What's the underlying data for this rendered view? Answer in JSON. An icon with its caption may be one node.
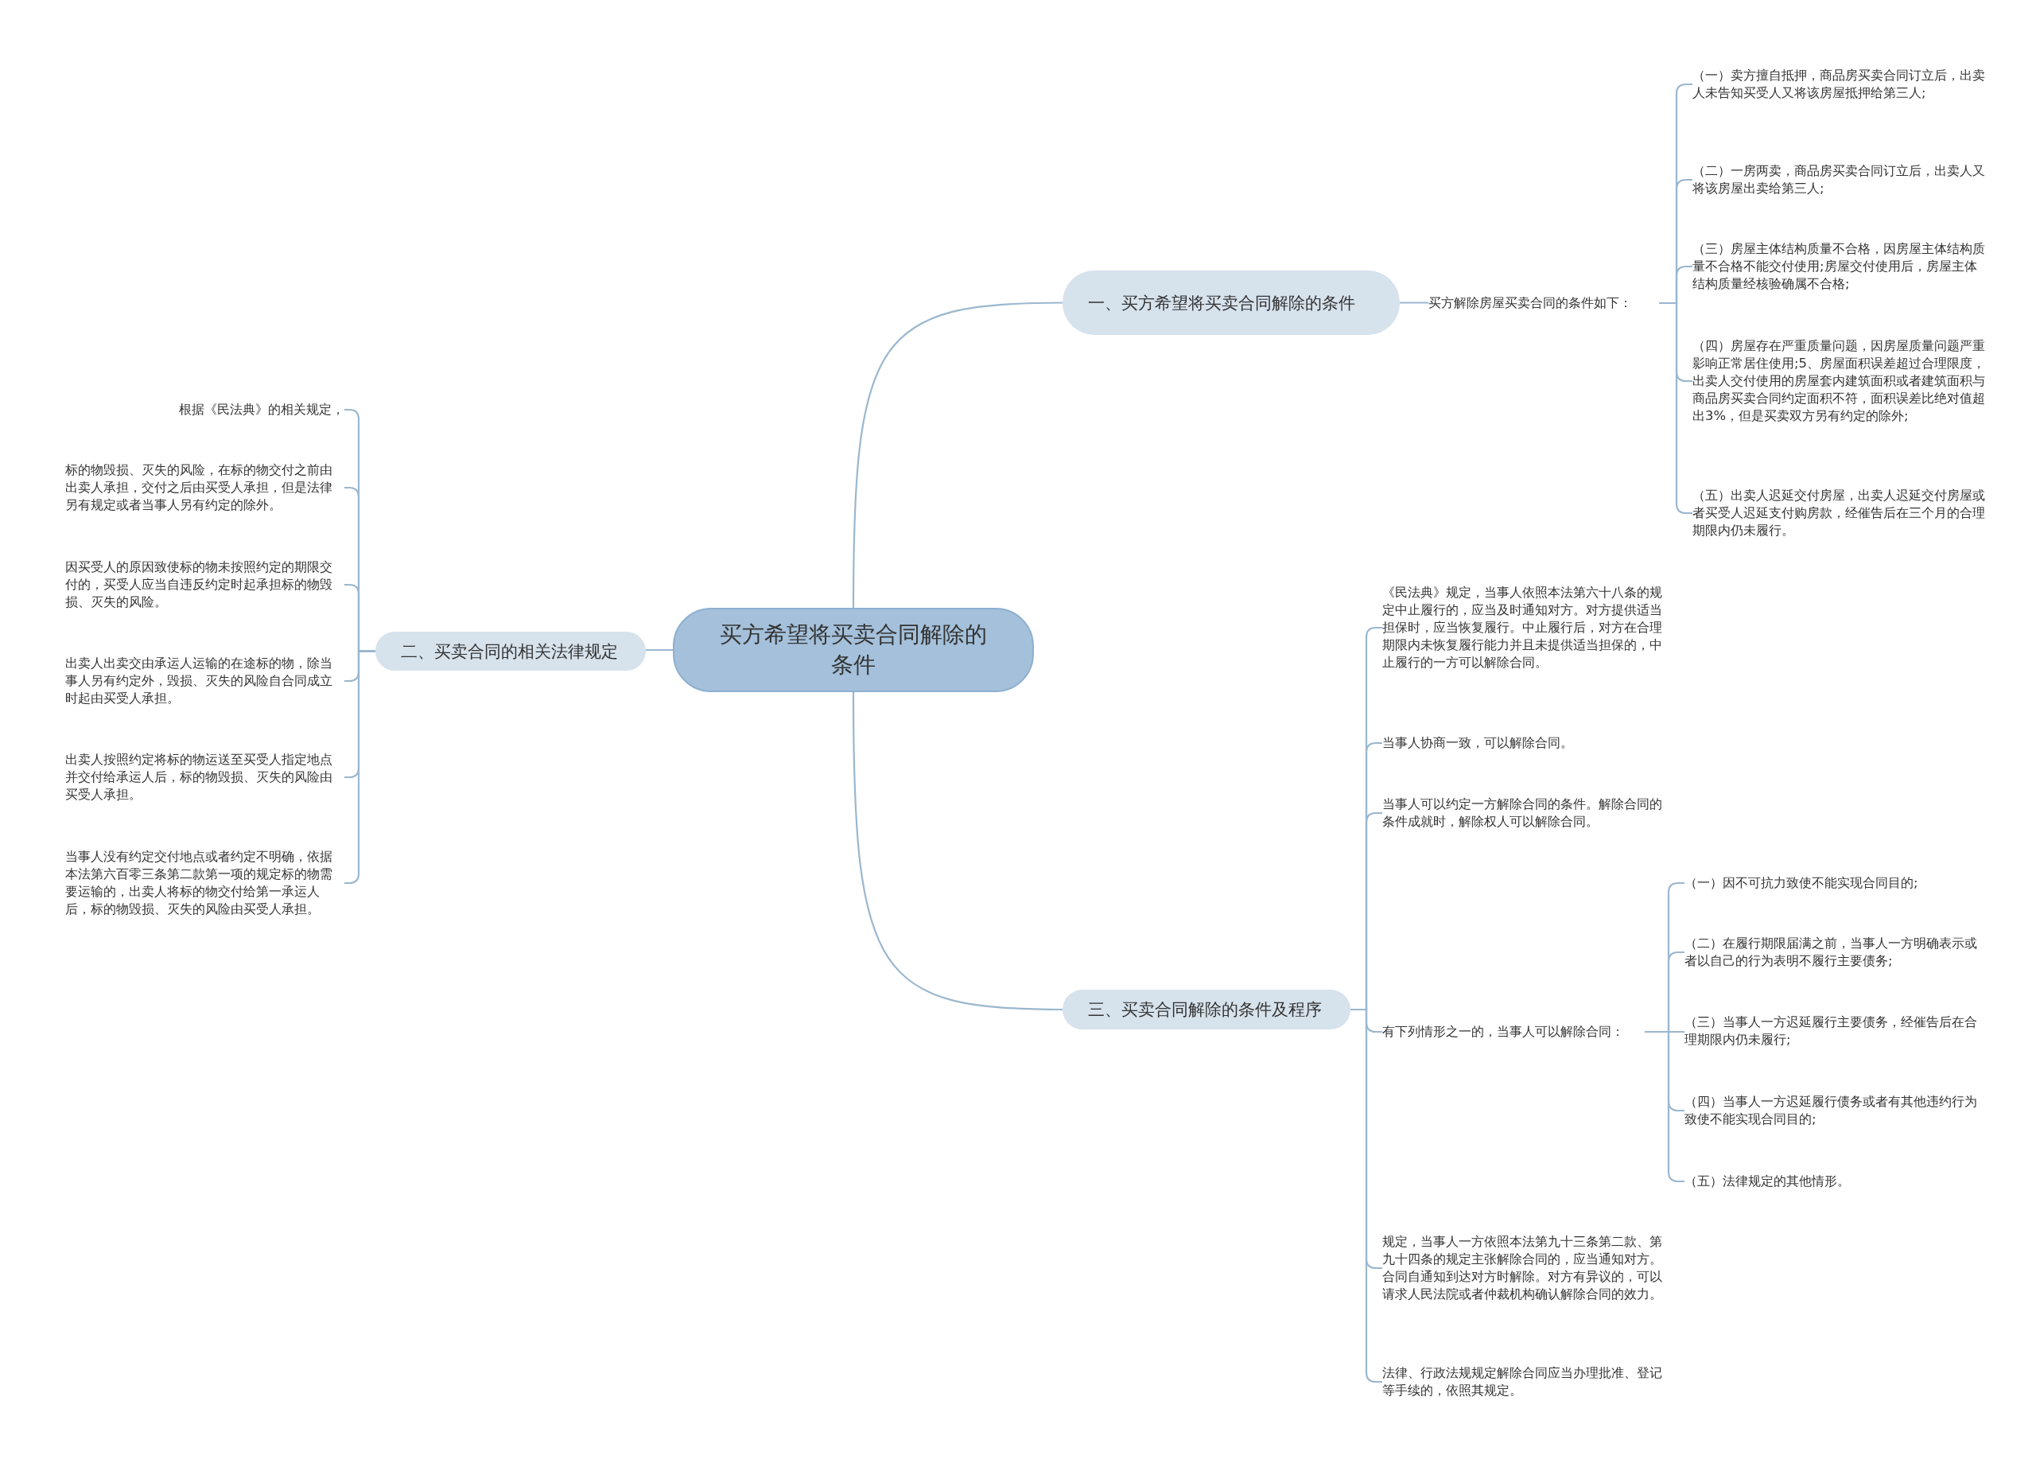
{
  "diagram": {
    "nodes": [
      {
        "text": [
          "买方希望将买卖合同解除的条件"
        ]
      },
      {
        "text": [
          "一、买方希望将买卖合同解除的条件"
        ]
      },
      {
        "text": [
          "买方解除房屋买卖合同的条件如下："
        ]
      },
      {
        "text": [
          "（一）卖方擅自抵押，商品房买卖合同订立后，出卖人未告知买受人又将该房屋抵押给第三人;"
        ]
      },
      {
        "text": [
          "（二）一房两卖，商品房买卖合同订立后，出卖人又将该房屋出卖给第三人;"
        ]
      },
      {
        "text": [
          "（三）房屋主体结构质量不合格，因房屋主体结构质量不合格不能交付使用;房屋交付使用后，房屋主体结构质量经核验确属不合格;"
        ]
      },
      {
        "text": [
          "（四）房屋存在严重质量问题，因房屋质量问题严重影响正常居住使用;5、房屋面积误差超过合理限度，出卖人交付使用的房屋套内建筑面积或者建筑面积与商品房买卖合同约定面积不符，面积误差比绝对值超出3%，但是买卖双方另有约定的除外;"
        ]
      },
      {
        "text": [
          "（五）出卖人迟延交付房屋，出卖人迟延交付房屋或者买受人迟延支付购房款，经催告后在三个月的合理期限内仍未履行。"
        ]
      },
      {
        "text": [
          "二、买卖合同的相关法律规定"
        ]
      },
      {
        "text": [
          "根据《民法典》的相关规定，"
        ]
      },
      {
        "text": [
          "标的物毁损、灭失的风险，在标的物交付之前由出卖人承担，交付之后由买受人承担，但是法律另有规定或者当事人另有约定的除外。"
        ]
      },
      {
        "text": [
          "因买受人的原因致使标的物未按照约定的期限交付的，买受人应当自违反约定时起承担标的物毁损、灭失的风险。"
        ]
      },
      {
        "text": [
          "出卖人出卖交由承运人运输的在途标的物，除当事人另有约定外，毁损、灭失的风险自合同成立时起由买受人承担。"
        ]
      },
      {
        "text": [
          "出卖人按照约定将标的物运送至买受人指定地点并交付给承运人后，标的物毁损、灭失的风险由买受人承担。"
        ]
      },
      {
        "text": [
          "当事人没有约定交付地点或者约定不明确，依据本法第六百零三条第二款第一项的规定标的物需要运输的，出卖人将标的物交付给第一承运人后，标的物毁损、灭失的风险由买受人承担。"
        ]
      },
      {
        "text": [
          "三、买卖合同解除的条件及程序"
        ]
      },
      {
        "text": [
          "《民法典》规定，当事人依照本法第六十八条的规定中止履行的，应当及时通知对方。对方提供适当担保时，应当恢复履行。中止履行后，对方在合理期限内未恢复履行能力并且未提供适当担保的，中止履行的一方可以解除合同。"
        ]
      },
      {
        "text": [
          "当事人协商一致，可以解除合同。"
        ]
      },
      {
        "text": [
          "当事人可以约定一方解除合同的条件。解除合同的条件成就时，解除权人可以解除合同。"
        ]
      },
      {
        "text": [
          "有下列情形之一的，当事人可以解除合同："
        ]
      },
      {
        "text": [
          "（一）因不可抗力致使不能实现合同目的;"
        ]
      },
      {
        "text": [
          "（二）在履行期限届满之前，当事人一方明确表示或者以自己的行为表明不履行主要债务;"
        ]
      },
      {
        "text": [
          "（三）当事人一方迟延履行主要债务，经催告后在合理期限内仍未履行;"
        ]
      },
      {
        "text": [
          "（四）当事人一方迟延履行债务或者有其他违约行为致使不能实现合同目的;"
        ]
      },
      {
        "text": [
          "（五）法律规定的其他情形。"
        ]
      },
      {
        "text": [
          "规定，当事人一方依照本法第九十三条第二款、第九十四条的规定主张解除合同的，应当通知对方。合同自通知到达对方时解除。对方有异议的，可以请求人民法院或者仲裁机构确认解除合同的效力。"
        ]
      },
      {
        "text": [
          "法律、行政法规规定解除合同应当办理批准、登记等手续的，依照其规定。"
        ]
      }
    ],
    "edges": [
      {
        "from": 0,
        "to": 1,
        "arrow": "none"
      },
      {
        "from": 0,
        "to": 8,
        "arrow": "none"
      },
      {
        "from": 0,
        "to": 15,
        "arrow": "none"
      },
      {
        "from": 1,
        "to": 2,
        "arrow": "none"
      },
      {
        "from": 2,
        "to": 3,
        "arrow": "none"
      },
      {
        "from": 2,
        "to": 4,
        "arrow": "none"
      },
      {
        "from": 2,
        "to": 5,
        "arrow": "none"
      },
      {
        "from": 2,
        "to": 6,
        "arrow": "none"
      },
      {
        "from": 2,
        "to": 7,
        "arrow": "none"
      },
      {
        "from": 8,
        "to": 9,
        "arrow": "none"
      },
      {
        "from": 8,
        "to": 10,
        "arrow": "none"
      },
      {
        "from": 8,
        "to": 11,
        "arrow": "none"
      },
      {
        "from": 8,
        "to": 12,
        "arrow": "none"
      },
      {
        "from": 8,
        "to": 13,
        "arrow": "none"
      },
      {
        "from": 8,
        "to": 14,
        "arrow": "none"
      },
      {
        "from": 15,
        "to": 16,
        "arrow": "none"
      },
      {
        "from": 15,
        "to": 17,
        "arrow": "none"
      },
      {
        "from": 15,
        "to": 18,
        "arrow": "none"
      },
      {
        "from": 15,
        "to": 19,
        "arrow": "none"
      },
      {
        "from": 19,
        "to": 20,
        "arrow": "none"
      },
      {
        "from": 19,
        "to": 21,
        "arrow": "none"
      },
      {
        "from": 19,
        "to": 22,
        "arrow": "none"
      },
      {
        "from": 19,
        "to": 23,
        "arrow": "none"
      },
      {
        "from": 19,
        "to": 24,
        "arrow": "none"
      },
      {
        "from": 15,
        "to": 25,
        "arrow": "none"
      },
      {
        "from": 15,
        "to": 26,
        "arrow": "none"
      }
    ]
  }
}
